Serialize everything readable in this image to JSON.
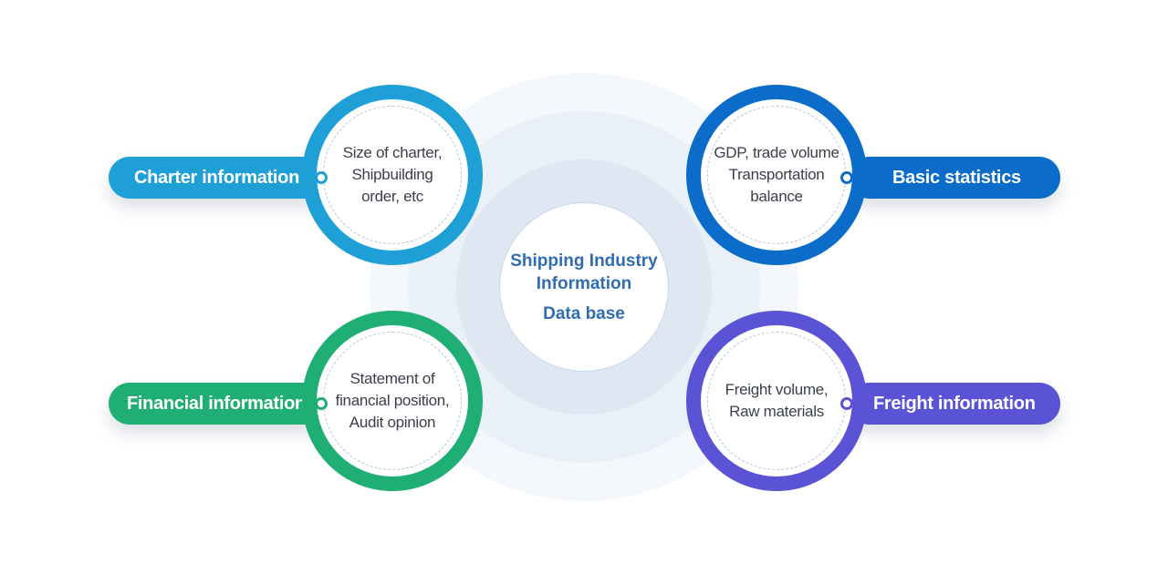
{
  "center": {
    "line1": "Shipping Industry",
    "line2": "Information",
    "line3": "Data base"
  },
  "nodes": {
    "charter": {
      "label": "Charter information",
      "details": [
        "Size of charter,",
        "Shipbuilding",
        "order, etc"
      ],
      "color": "#1ea0d6"
    },
    "basic": {
      "label": "Basic statistics",
      "details": [
        "GDP, trade volume",
        "Transportation",
        "balance"
      ],
      "color": "#0b6cc9"
    },
    "financial": {
      "label": "Financial information",
      "details": [
        "Statement of",
        "financial position,",
        "Audit opinion"
      ],
      "color": "#1fae74"
    },
    "freight": {
      "label": "Freight information",
      "details": [
        "Freight volume,",
        "Raw materials"
      ],
      "color": "#5b53d6"
    }
  }
}
